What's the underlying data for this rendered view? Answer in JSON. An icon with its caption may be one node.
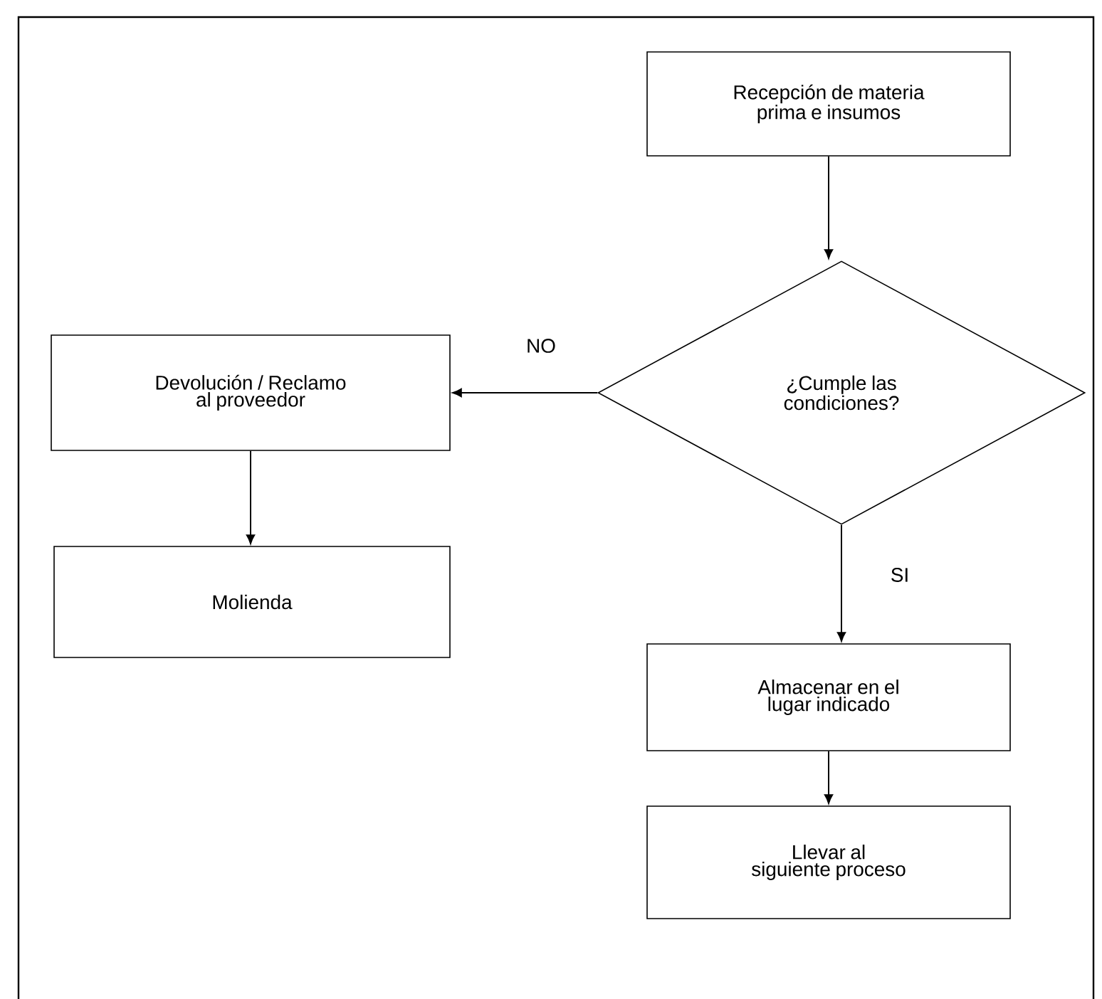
{
  "diagram": {
    "nodes": [
      {
        "text": [
          "Recepción de materia prima e insumos"
        ]
      },
      {
        "text": [
          "¿Cumple las condiciones?"
        ]
      },
      {
        "text": [
          "Devolución / Reclamo al proveedor"
        ]
      },
      {
        "text": [
          "Molienda"
        ]
      },
      {
        "text": [
          "Almacenar en el lugar indicado"
        ]
      },
      {
        "text": [
          "Llevar al siguiente proceso"
        ]
      }
    ],
    "edges": [
      {
        "from": 0,
        "to": 1,
        "arrow": "to"
      },
      {
        "from": 1,
        "to": 2,
        "arrow": "to",
        "label": "NO"
      },
      {
        "from": 2,
        "to": 3,
        "arrow": "to"
      },
      {
        "from": 1,
        "to": 4,
        "arrow": "to",
        "label": "SI"
      },
      {
        "from": 4,
        "to": 5,
        "arrow": "to"
      }
    ]
  }
}
